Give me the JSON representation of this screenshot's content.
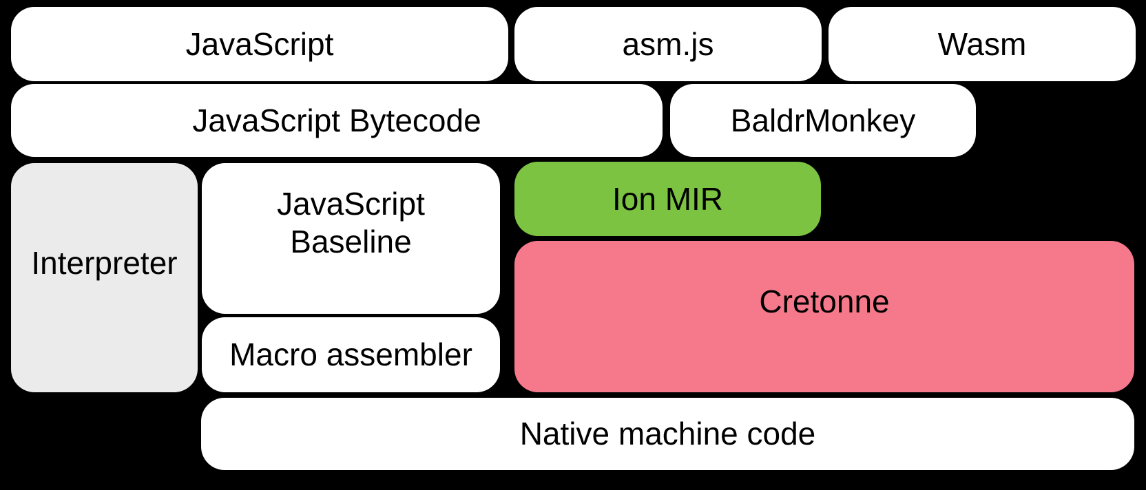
{
  "diagram": {
    "background_color": "#000000",
    "text_color": "#000000",
    "colors": {
      "box_default": "#ffffff",
      "interpreter_box": "#ebebeb",
      "ion_mir_box": "#7cc342",
      "cretonne_box": "#f5798b"
    },
    "boxes": {
      "javascript": {
        "label": "JavaScript"
      },
      "asmjs": {
        "label": "asm.js"
      },
      "wasm": {
        "label": "Wasm"
      },
      "bytecode": {
        "label": "JavaScript Bytecode"
      },
      "baldrmonkey": {
        "label": "BaldrMonkey"
      },
      "interpreter": {
        "label": "Interpreter"
      },
      "baseline": {
        "label": "JavaScript\nBaseline"
      },
      "ion_mir": {
        "label": "Ion MIR"
      },
      "cretonne": {
        "label": "Cretonne"
      },
      "macro_assembler": {
        "label": "Macro assembler"
      },
      "native": {
        "label": "Native machine code"
      }
    }
  }
}
